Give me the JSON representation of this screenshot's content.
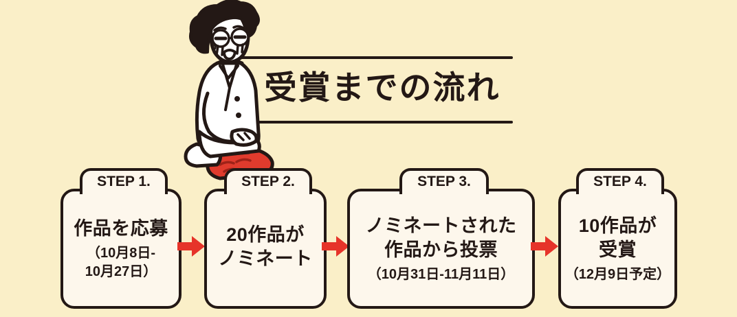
{
  "colors": {
    "background": "#faefc8",
    "box_fill": "#fdf7ec",
    "ink": "#231815",
    "arrow_red": "#e63329",
    "cushion_red": "#e03b2d"
  },
  "header": {
    "title": "受賞までの流れ",
    "rule_top": "horizontal-rule",
    "rule_bottom": "horizontal-rule"
  },
  "illustration": {
    "name": "crying-person-seiza-on-red-cushion",
    "description": "person with curly afro hair and round glasses crying, wearing a white suit, sitting seiza on a red zabuton cushion"
  },
  "steps": [
    {
      "tab": "STEP 1.",
      "main": "作品を応募",
      "sub": "（10月8日-\n10月27日）"
    },
    {
      "tab": "STEP 2.",
      "main": "20作品が\nノミネート",
      "sub": ""
    },
    {
      "tab": "STEP 3.",
      "main": "ノミネートされた\n作品から投票",
      "sub": "（10月31日-11月11日）"
    },
    {
      "tab": "STEP 4.",
      "main": "10作品が\n受賞",
      "sub": "（12月9日予定）"
    }
  ],
  "arrows": [
    {
      "name": "arrow-step1-to-step2"
    },
    {
      "name": "arrow-step2-to-step3"
    },
    {
      "name": "arrow-step3-to-step4"
    }
  ]
}
